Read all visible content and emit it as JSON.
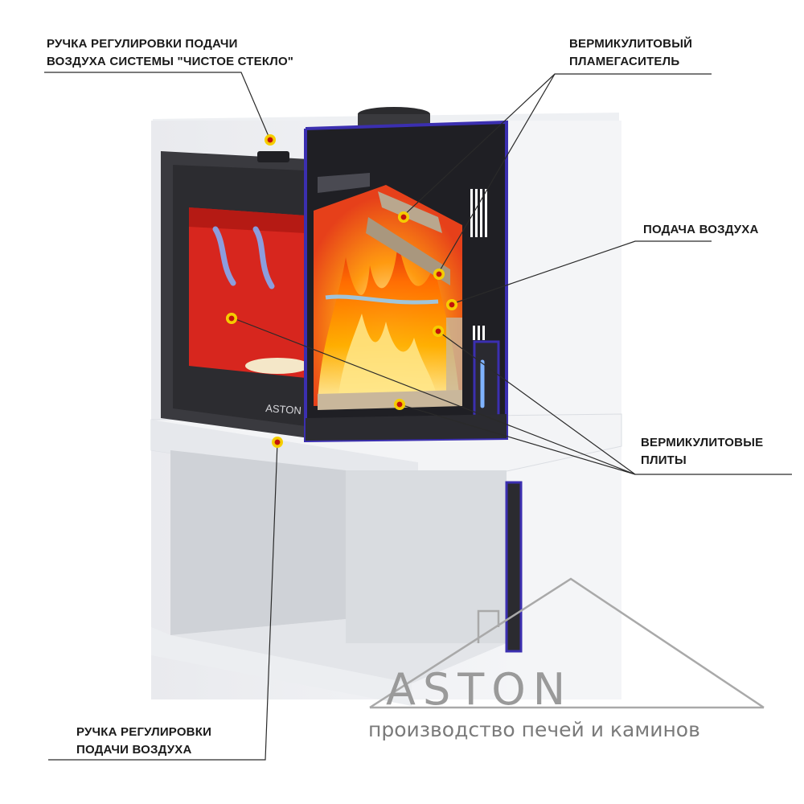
{
  "callouts": [
    {
      "id": "glass-air-handle",
      "lines": [
        "РУЧКА РЕГУЛИРОВКИ ПОДАЧИ",
        "ВОЗДУХА СИСТЕМЫ \"ЧИСТОЕ СТЕКЛО\""
      ]
    },
    {
      "id": "flame-arrester",
      "lines": [
        "ВЕРМИКУЛИТОВЫЙ",
        "ПЛАМЕГАСИТЕЛЬ"
      ]
    },
    {
      "id": "air-supply",
      "lines": [
        "ПОДАЧА ВОЗДУХА"
      ]
    },
    {
      "id": "vermiculite-plates",
      "lines": [
        "ВЕРМИКУЛИТОВЫЕ",
        "ПЛИТЫ"
      ]
    },
    {
      "id": "air-handle",
      "lines": [
        "РУЧКА РЕГУЛИРОВКИ",
        "ПОДАЧИ ВОЗДУХА"
      ]
    }
  ],
  "door_logo": "ASTON",
  "brand": {
    "name": "ASTON",
    "tagline": "производство печей и каминов"
  },
  "colors": {
    "marker": "#f2c200",
    "cutline": "#3b2fb0",
    "fire": "#ff7a00",
    "chamber": "#d7261e"
  }
}
